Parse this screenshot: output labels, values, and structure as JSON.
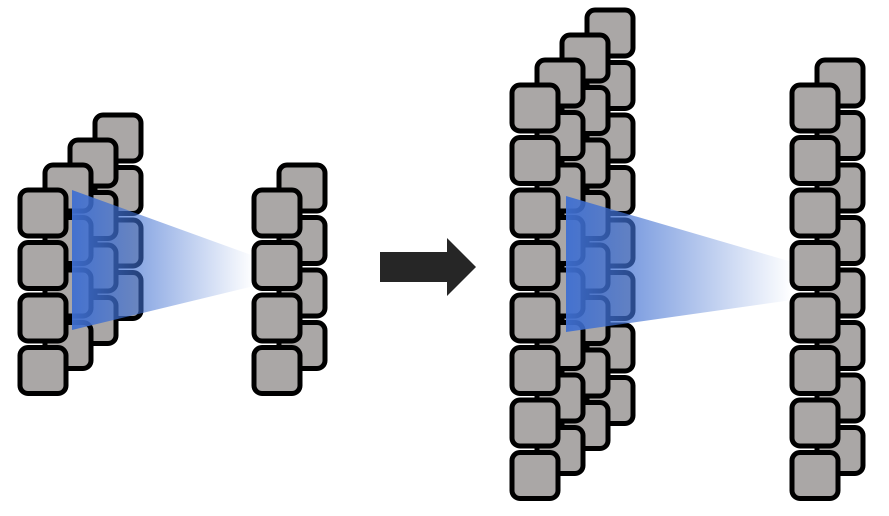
{
  "colors": {
    "cell_fill": "#aaa7a6",
    "cell_stroke": "#000000",
    "beam": "#3f6fd1",
    "arrow": "#262626",
    "background": "#ffffff"
  },
  "groups": [
    {
      "name": "small-input-stack",
      "layers": [
        {
          "name": "layer-1",
          "cells": 4
        },
        {
          "name": "layer-2",
          "cells": 4
        },
        {
          "name": "layer-3",
          "cells": 4
        },
        {
          "name": "layer-4",
          "cells": 4
        }
      ]
    },
    {
      "name": "small-output-stack",
      "layers": [
        {
          "name": "layer-1",
          "cells": 4
        },
        {
          "name": "layer-2",
          "cells": 4
        }
      ]
    },
    {
      "name": "large-input-stack",
      "layers": [
        {
          "name": "layer-1",
          "cells": 8
        },
        {
          "name": "layer-2",
          "cells": 8
        },
        {
          "name": "layer-3",
          "cells": 8
        },
        {
          "name": "layer-4",
          "cells": 8
        }
      ]
    },
    {
      "name": "large-output-stack",
      "layers": [
        {
          "name": "layer-1",
          "cells": 8
        },
        {
          "name": "layer-2",
          "cells": 8
        }
      ]
    }
  ],
  "connections": [
    {
      "name": "small-projection-beam",
      "from": "small-input-stack",
      "to": "small-output-stack"
    },
    {
      "name": "large-projection-beam",
      "from": "large-input-stack",
      "to": "large-output-stack"
    }
  ],
  "transition": {
    "name": "scale-up-arrow-icon"
  }
}
